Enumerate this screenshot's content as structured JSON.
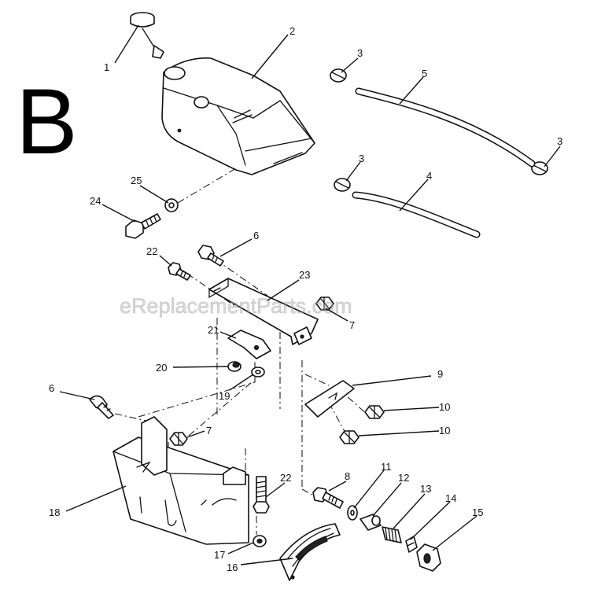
{
  "section_letter": "B",
  "watermark": "eReplacementParts.com",
  "callouts": {
    "c1": "1",
    "c2": "2",
    "c3a": "3",
    "c3b": "3",
    "c3c": "3",
    "c4": "4",
    "c5": "5",
    "c6a": "6",
    "c6b": "6",
    "c7a": "7",
    "c7b": "7",
    "c8": "8",
    "c9": "9",
    "c10a": "10",
    "c10b": "10",
    "c11": "11",
    "c12": "12",
    "c13": "13",
    "c14": "14",
    "c15": "15",
    "c16": "16",
    "c17": "17",
    "c18": "18",
    "c19": "19",
    "c20": "20",
    "c21": "21",
    "c22a": "22",
    "c22b": "22",
    "c23": "23",
    "c24": "24",
    "c25": "25"
  }
}
